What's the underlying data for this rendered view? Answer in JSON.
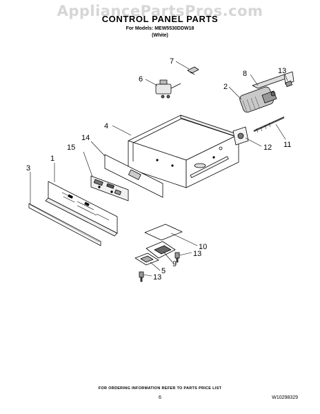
{
  "watermark": "AppliancePartsPros.com",
  "header": {
    "title": "CONTROL PANEL PARTS",
    "models": "For Models: MEW5530DDW18",
    "color": "(White)"
  },
  "callouts": [
    "1",
    "2",
    "3",
    "4",
    "5",
    "6",
    "7",
    "8",
    "9",
    "10",
    "11",
    "12",
    "13",
    "13",
    "13",
    "14",
    "15"
  ],
  "footer": {
    "ordering_note": "FOR ORDERING INFORMATION REFER TO PARTS PRICE LIST",
    "page_number": "6",
    "doc_number": "W10298329"
  }
}
